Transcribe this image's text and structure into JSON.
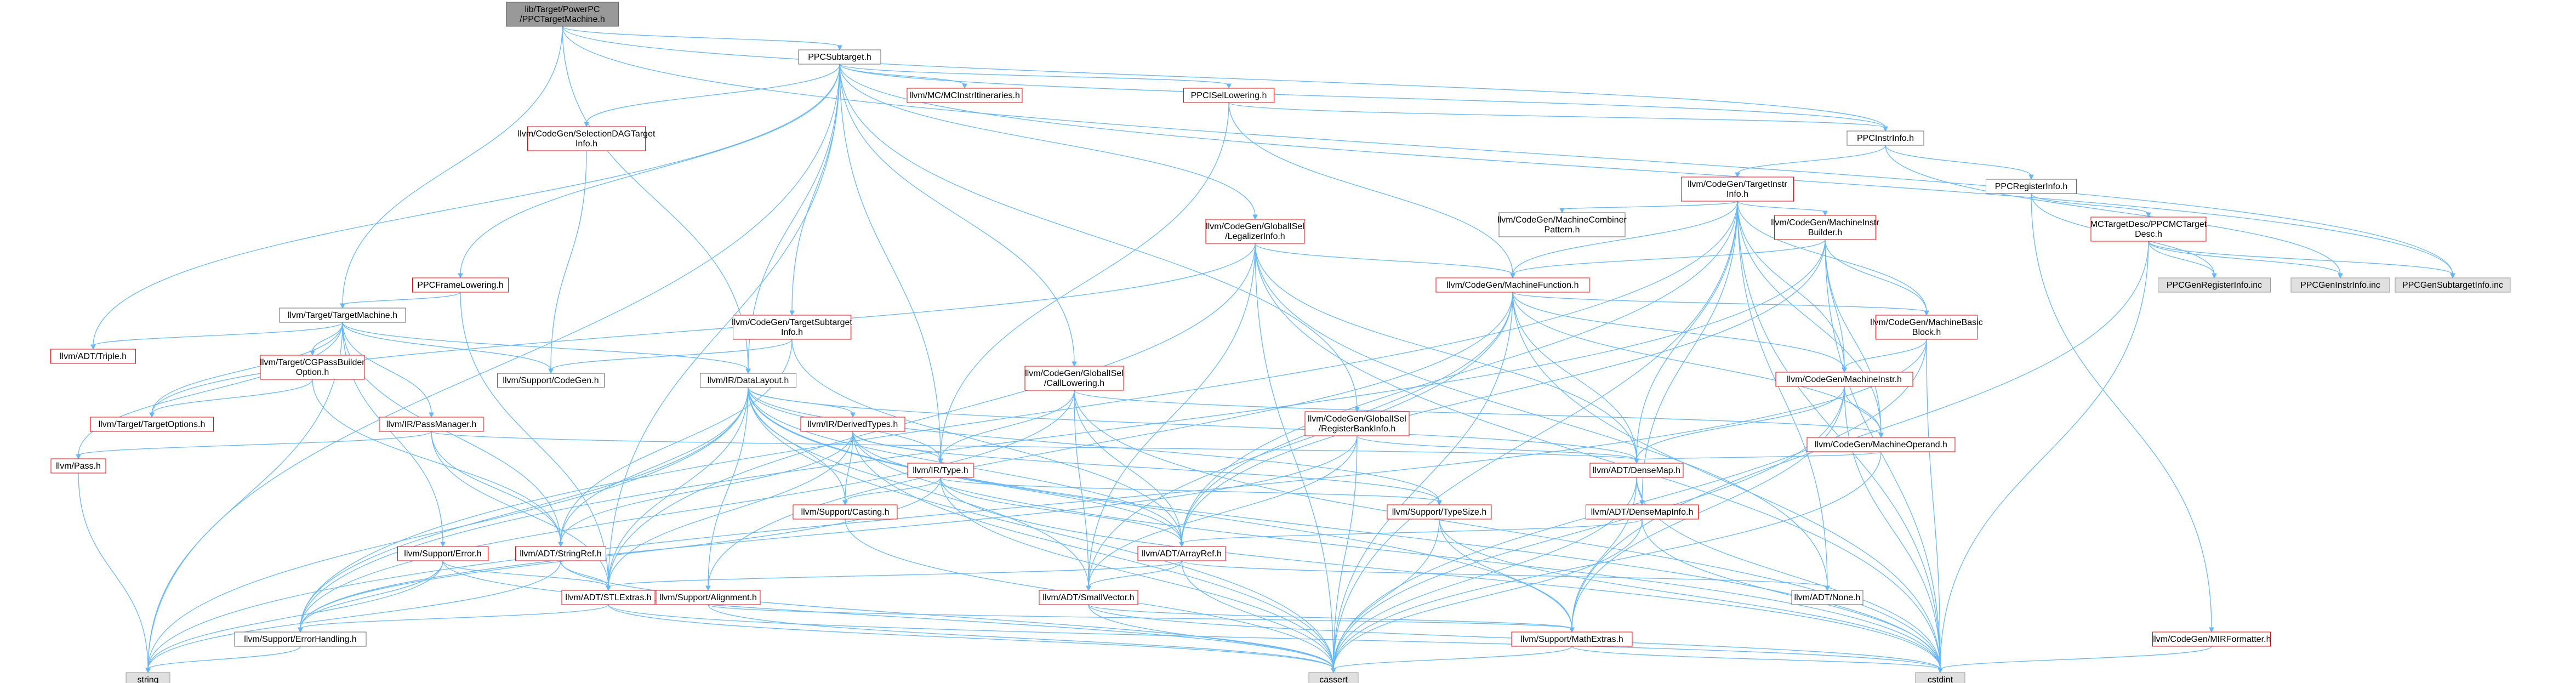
{
  "colors": {
    "edge": "#63b8ff",
    "root_fill": "#999999",
    "gray_fill": "#e0e0e0",
    "gray_border": "#999999",
    "red_border": "#ff0000",
    "black_border": "#666666",
    "node_fill": "#ffffff",
    "text": "#000000"
  },
  "nodes": [
    {
      "id": "root",
      "lines": [
        "lib/Target/PowerPC",
        "/PPCTargetMachine.h"
      ],
      "style": "root"
    },
    {
      "id": "ppcsubtarget",
      "lines": [
        "PPCSubtarget.h"
      ],
      "style": "black"
    },
    {
      "id": "ppcinstrinfo",
      "lines": [
        "PPCInstrInfo.h"
      ],
      "style": "black"
    },
    {
      "id": "ppcregisterinfo",
      "lines": [
        "PPCRegisterInfo.h"
      ],
      "style": "black"
    },
    {
      "id": "ppciselowering",
      "lines": [
        "PPCISelLowering.h"
      ],
      "style": "red"
    },
    {
      "id": "mcinstritineraries",
      "lines": [
        "llvm/MC/MCInstrItineraries.h"
      ],
      "style": "red"
    },
    {
      "id": "selectiondagtargetinfo",
      "lines": [
        "llvm/CodeGen/SelectionDAGTarget",
        "Info.h"
      ],
      "style": "red"
    },
    {
      "id": "targetinstrinfo",
      "lines": [
        "llvm/CodeGen/TargetInstr",
        "Info.h"
      ],
      "style": "red"
    },
    {
      "id": "machinecombinerpattern",
      "lines": [
        "llvm/CodeGen/MachineCombiner",
        "Pattern.h"
      ],
      "style": "black"
    },
    {
      "id": "machineinstrbuilder",
      "lines": [
        "llvm/CodeGen/MachineInstr",
        "Builder.h"
      ],
      "style": "red"
    },
    {
      "id": "legalizerinfo",
      "lines": [
        "llvm/CodeGen/GlobalISel",
        "/LegalizerInfo.h"
      ],
      "style": "red"
    },
    {
      "id": "ppcmctargetdesc",
      "lines": [
        "MCTargetDesc/PPCMCTarget",
        "Desc.h"
      ],
      "style": "red"
    },
    {
      "id": "ppcframelowering",
      "lines": [
        "PPCFrameLowering.h"
      ],
      "style": "red"
    },
    {
      "id": "machinefunction",
      "lines": [
        "llvm/CodeGen/MachineFunction.h"
      ],
      "style": "red"
    },
    {
      "id": "ppcgenregisterinfo",
      "lines": [
        "PPCGenRegisterInfo.inc"
      ],
      "style": "gray"
    },
    {
      "id": "ppcgeninstrinfo",
      "lines": [
        "PPCGenInstrInfo.inc"
      ],
      "style": "gray"
    },
    {
      "id": "ppcgensubtargetinfo",
      "lines": [
        "PPCGenSubtargetInfo.inc"
      ],
      "style": "gray"
    },
    {
      "id": "targetmachine",
      "lines": [
        "llvm/Target/TargetMachine.h"
      ],
      "style": "black"
    },
    {
      "id": "targetsubtargetinfo",
      "lines": [
        "llvm/CodeGen/TargetSubtarget",
        "Info.h"
      ],
      "style": "red"
    },
    {
      "id": "machinebasicblock",
      "lines": [
        "llvm/CodeGen/MachineBasic",
        "Block.h"
      ],
      "style": "red"
    },
    {
      "id": "adttriple",
      "lines": [
        "llvm/ADT/Triple.h"
      ],
      "style": "red"
    },
    {
      "id": "cgpassbuilderoption",
      "lines": [
        "llvm/Target/CGPassBuilder",
        "Option.h"
      ],
      "style": "red"
    },
    {
      "id": "supportcodegen",
      "lines": [
        "llvm/Support/CodeGen.h"
      ],
      "style": "black"
    },
    {
      "id": "irdatalayout",
      "lines": [
        "llvm/IR/DataLayout.h"
      ],
      "style": "black"
    },
    {
      "id": "calllowering",
      "lines": [
        "llvm/CodeGen/GlobalISel",
        "/CallLowering.h"
      ],
      "style": "red"
    },
    {
      "id": "machineinstr",
      "lines": [
        "llvm/CodeGen/MachineInstr.h"
      ],
      "style": "red"
    },
    {
      "id": "targetoptions",
      "lines": [
        "llvm/Target/TargetOptions.h"
      ],
      "style": "red"
    },
    {
      "id": "irpassmanager",
      "lines": [
        "llvm/IR/PassManager.h"
      ],
      "style": "red"
    },
    {
      "id": "irderivedtypes",
      "lines": [
        "llvm/IR/DerivedTypes.h"
      ],
      "style": "red"
    },
    {
      "id": "registerbankinfo",
      "lines": [
        "llvm/CodeGen/GlobalISel",
        "/RegisterBankInfo.h"
      ],
      "style": "red"
    },
    {
      "id": "machineoperand",
      "lines": [
        "llvm/CodeGen/MachineOperand.h"
      ],
      "style": "red"
    },
    {
      "id": "pass",
      "lines": [
        "llvm/Pass.h"
      ],
      "style": "red"
    },
    {
      "id": "irtype",
      "lines": [
        "llvm/IR/Type.h"
      ],
      "style": "red"
    },
    {
      "id": "adtdensemap",
      "lines": [
        "llvm/ADT/DenseMap.h"
      ],
      "style": "red"
    },
    {
      "id": "supportcasting",
      "lines": [
        "llvm/Support/Casting.h"
      ],
      "style": "red"
    },
    {
      "id": "supporttypesize",
      "lines": [
        "llvm/Support/TypeSize.h"
      ],
      "style": "red"
    },
    {
      "id": "densemapinfo",
      "lines": [
        "llvm/ADT/DenseMapInfo.h"
      ],
      "style": "red"
    },
    {
      "id": "supporterror",
      "lines": [
        "llvm/Support/Error.h"
      ],
      "style": "red"
    },
    {
      "id": "adtstringref",
      "lines": [
        "llvm/ADT/StringRef.h"
      ],
      "style": "red"
    },
    {
      "id": "adtarrayref",
      "lines": [
        "llvm/ADT/ArrayRef.h"
      ],
      "style": "red"
    },
    {
      "id": "adtnone",
      "lines": [
        "llvm/ADT/None.h"
      ],
      "style": "black"
    },
    {
      "id": "supportalignment",
      "lines": [
        "llvm/Support/Alignment.h"
      ],
      "style": "red"
    },
    {
      "id": "adtstlextras",
      "lines": [
        "llvm/ADT/STLExtras.h"
      ],
      "style": "red"
    },
    {
      "id": "adtsmallvector",
      "lines": [
        "llvm/ADT/SmallVector.h"
      ],
      "style": "red"
    },
    {
      "id": "errorhandling",
      "lines": [
        "llvm/Support/ErrorHandling.h"
      ],
      "style": "black"
    },
    {
      "id": "mathextras",
      "lines": [
        "llvm/Support/MathExtras.h"
      ],
      "style": "red"
    },
    {
      "id": "mirformatter",
      "lines": [
        "llvm/CodeGen/MIRFormatter.h"
      ],
      "style": "red"
    },
    {
      "id": "string",
      "lines": [
        "string"
      ],
      "style": "gray"
    },
    {
      "id": "cassert",
      "lines": [
        "cassert"
      ],
      "style": "gray"
    },
    {
      "id": "cstdint",
      "lines": [
        "cstdint"
      ],
      "style": "gray"
    }
  ]
}
